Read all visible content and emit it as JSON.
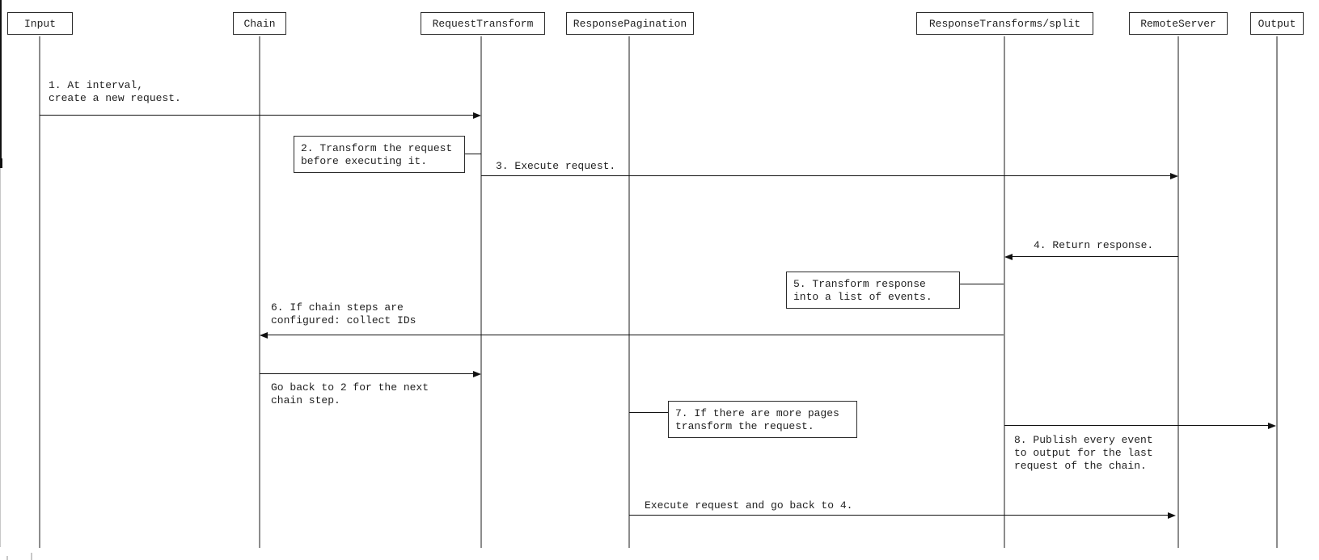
{
  "colors": {
    "line": "#111111",
    "lifeline": "#8c8c8c",
    "box-border": "#2b2b2b",
    "text": "#1f1f1f",
    "background": "#ffffff",
    "faint": "#c8c8c8"
  },
  "diagram": {
    "type": "sequence-diagram",
    "participants": [
      {
        "name": "Input"
      },
      {
        "name": "Chain"
      },
      {
        "name": "RequestTransform"
      },
      {
        "name": "ResponsePagination"
      },
      {
        "name": "ResponseTransforms/split"
      },
      {
        "name": "RemoteServer"
      },
      {
        "name": "Output"
      }
    ],
    "messages": {
      "m1": {
        "from": "Input",
        "to": "RequestTransform",
        "lines": [
          "1. At interval,",
          "create a new request."
        ]
      },
      "m3": {
        "from": "RequestTransform",
        "to": "RemoteServer",
        "lines": [
          "3. Execute request."
        ]
      },
      "m4": {
        "from": "RemoteServer",
        "to": "ResponseTransforms/split",
        "lines": [
          "4. Return response."
        ]
      },
      "m6": {
        "from": "ResponseTransforms/split",
        "to": "Chain",
        "lines": [
          "6. If chain steps are",
          "configured: collect IDs"
        ]
      },
      "m7": {
        "from": "Chain",
        "to": "RequestTransform",
        "lines": [
          "Go back to 2 for the next",
          "chain step."
        ]
      },
      "m8": {
        "from": "ResponseTransforms/split",
        "to": "Output",
        "lines": [
          "8. Publish every event",
          "to output for the last",
          "request of the chain."
        ]
      },
      "m9": {
        "from": "ResponsePagination",
        "to": "RemoteServer",
        "lines": [
          "Execute request and go back to 4."
        ]
      }
    },
    "notes": {
      "n2": {
        "participant": "RequestTransform",
        "lines": [
          "2. Transform the request",
          "before executing it."
        ]
      },
      "n5": {
        "participant": "ResponseTransforms/split",
        "lines": [
          "5. Transform response",
          "into a list of events."
        ]
      },
      "n7": {
        "participant": "ResponsePagination",
        "lines": [
          "7. If there are more pages",
          "transform the request."
        ]
      }
    }
  }
}
